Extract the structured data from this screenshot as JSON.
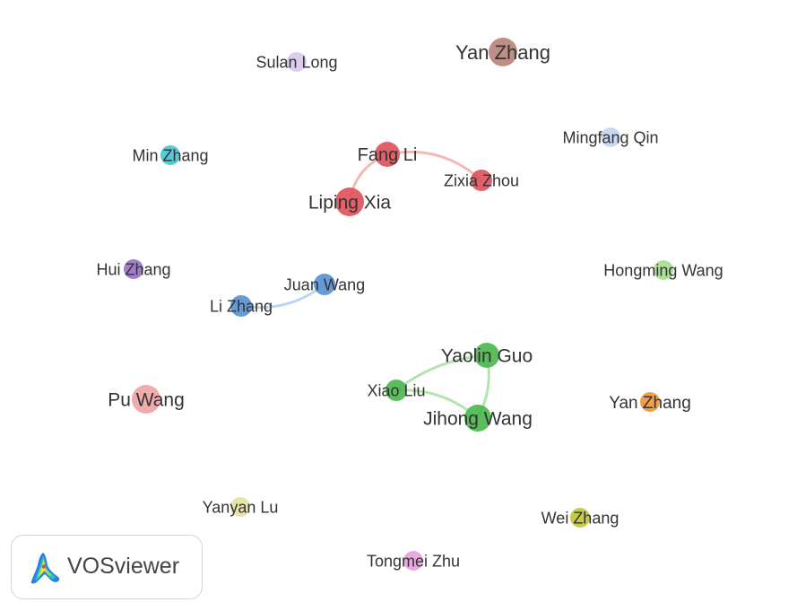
{
  "network": {
    "nodes": [
      {
        "id": "n1",
        "label": "Sulan Long",
        "color": "#d9c9ee"
      },
      {
        "id": "n2",
        "label": "Yan Zhang",
        "color": "#b8857b"
      },
      {
        "id": "n3",
        "label": "Mingfang Qin",
        "color": "#c5d5f3"
      },
      {
        "id": "n4",
        "label": "Min Zhang",
        "color": "#46c4d2"
      },
      {
        "id": "n5",
        "label": "Fang Li",
        "color": "#e0525a"
      },
      {
        "id": "n6",
        "label": "Zixia Zhou",
        "color": "#e0525a"
      },
      {
        "id": "n7",
        "label": "Liping Xia",
        "color": "#e0525a"
      },
      {
        "id": "n8",
        "label": "Hui Zhang",
        "color": "#9c72c6"
      },
      {
        "id": "n9",
        "label": "Hongming Wang",
        "color": "#a7dc96"
      },
      {
        "id": "n10",
        "label": "Juan Wang",
        "color": "#5893d2"
      },
      {
        "id": "n11",
        "label": "Li Zhang",
        "color": "#5893d2"
      },
      {
        "id": "n12",
        "label": "Yaolin Guo",
        "color": "#4cb84e"
      },
      {
        "id": "n13",
        "label": "Xiao Liu",
        "color": "#4cb84e"
      },
      {
        "id": "n14",
        "label": "Pu Wang",
        "color": "#efa4a6"
      },
      {
        "id": "n15",
        "label": "Jihong Wang",
        "color": "#4cb84e"
      },
      {
        "id": "n16",
        "label": "Yan Zhang",
        "color": "#f0953c"
      },
      {
        "id": "n17",
        "label": "Yanyan Lu",
        "color": "#e4e2a2"
      },
      {
        "id": "n18",
        "label": "Wei Zhang",
        "color": "#c2c43c"
      },
      {
        "id": "n19",
        "label": "Tongmei Zhu",
        "color": "#e7a1dc"
      }
    ],
    "edges": [
      {
        "source": "n5",
        "target": "n6",
        "color": "#f5b9b5"
      },
      {
        "source": "n5",
        "target": "n7",
        "color": "#f5b9b5"
      },
      {
        "source": "n10",
        "target": "n11",
        "color": "#bcd3f1"
      },
      {
        "source": "n12",
        "target": "n13",
        "color": "#b6e4b0"
      },
      {
        "source": "n12",
        "target": "n15",
        "color": "#b6e4b0"
      },
      {
        "source": "n13",
        "target": "n15",
        "color": "#b6e4b0"
      }
    ]
  },
  "logo": {
    "text": "VOSviewer"
  }
}
